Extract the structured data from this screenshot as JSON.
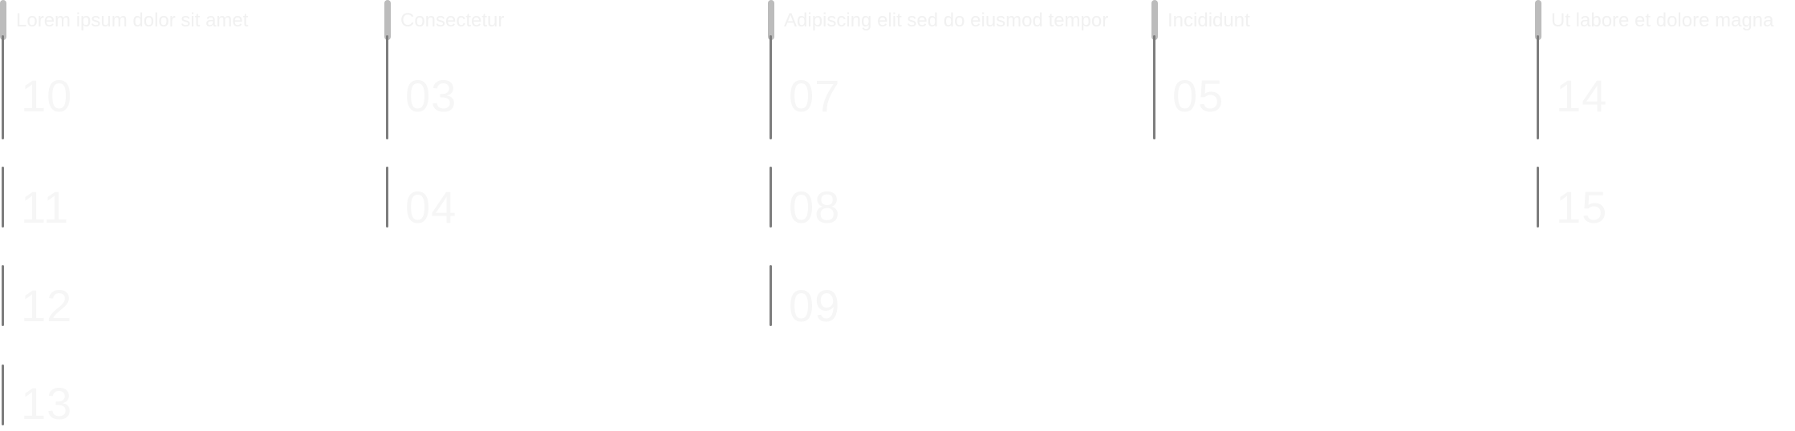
{
  "columns": [
    {
      "header": "Lorem ipsum dolor sit amet",
      "tiles": [
        "10",
        "11",
        "12",
        "13"
      ]
    },
    {
      "header": "Consectetur",
      "tiles": [
        "03",
        "04"
      ]
    },
    {
      "header": "Adipiscing elit sed do eiusmod tempor",
      "tiles": [
        "07",
        "08",
        "09"
      ]
    },
    {
      "header": "Incididunt",
      "tiles": [
        "05"
      ]
    },
    {
      "header": "Ut labore et dolore magna",
      "tiles": [
        "14",
        "15"
      ]
    }
  ],
  "colors": {
    "background": "#ffffff",
    "rule": "#7d7d7d",
    "handle": "#bcbcbc",
    "faint_text": "#f1f1f1"
  }
}
